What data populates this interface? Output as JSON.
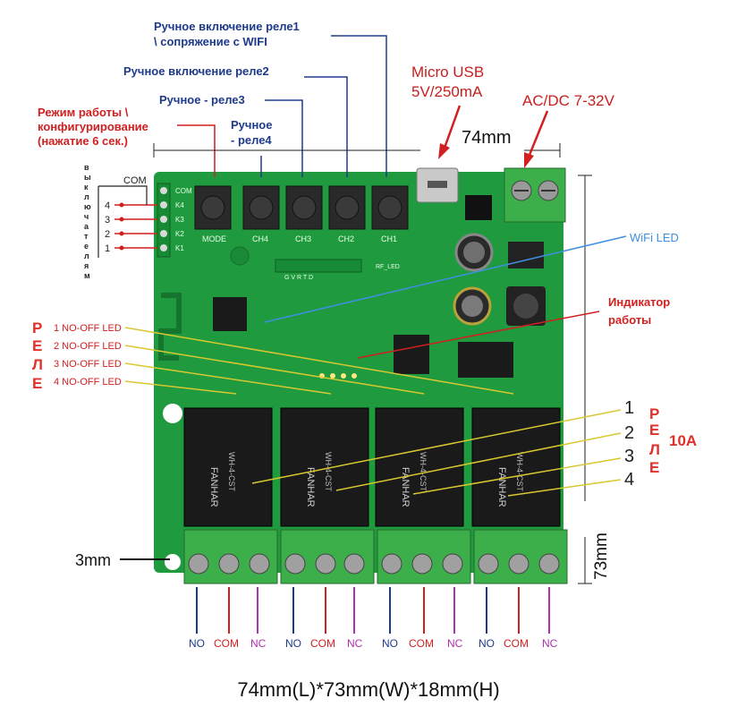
{
  "annotations": {
    "manual_relay1_line1": "Ручное включение реле1",
    "manual_relay1_line2": "\\ сопряжение с WIFI",
    "manual_relay2": "Ручное включение реле2",
    "manual_relay3": "Ручное - реле3",
    "manual_relay4_line1": "Ручное",
    "manual_relay4_line2": "- реле4",
    "mode_line1": "Режим работы \\",
    "mode_line2": "конфигурирование",
    "mode_line3": "(нажатие 6 сек.)",
    "micro_usb_line1": "Micro USB",
    "micro_usb_line2": "5V/250mA",
    "acdc": "AC/DC 7-32V",
    "wifi_led": "WiFi LED",
    "indicator_line1": "Индикатор",
    "indicator_line2": "работы",
    "switches_vertical": [
      "в",
      "ы",
      "к",
      "л",
      "ю",
      "ч",
      "а",
      "т",
      "е",
      "л",
      "я",
      "м"
    ],
    "com": "COM",
    "switch_numbers": [
      "4",
      "3",
      "2",
      "1"
    ],
    "rele_left": [
      "Р",
      "Е",
      "Л",
      "Е"
    ],
    "rele_right": [
      "Р",
      "Е",
      "Л",
      "Е"
    ],
    "no_off_leds": [
      "1 NO-OFF LED",
      "2 NO-OFF LED",
      "3 NO-OFF LED",
      "4 NO-OFF LED"
    ],
    "relay_numbers": [
      "1",
      "2",
      "3",
      "4"
    ],
    "current_rating": "10A",
    "margin_3mm": "3mm",
    "terminal_labels": [
      "NO",
      "COM",
      "NC"
    ]
  },
  "dimensions": {
    "width_top": "74mm",
    "height_right": "73mm",
    "caption": "74mm(L)*73mm(W)*18mm(H)"
  },
  "board": {
    "buttons": [
      "MODE",
      "CH4",
      "CH3",
      "CH2",
      "CH1"
    ],
    "header_pins": [
      "COM",
      "K4",
      "K3",
      "K2",
      "K1"
    ],
    "header_pins_bottom": "G  V  R  T  D",
    "rf_led": "RF_LED",
    "relay_brand": "FANHAR",
    "relay_model": "WH-4-CST",
    "colors": {
      "pcb": "#1f9a3e",
      "relay": "#1a1a1a",
      "terminal": "#3cae4a",
      "blue_line": "#1e3a8a",
      "red_line": "#d21f1f"
    }
  }
}
